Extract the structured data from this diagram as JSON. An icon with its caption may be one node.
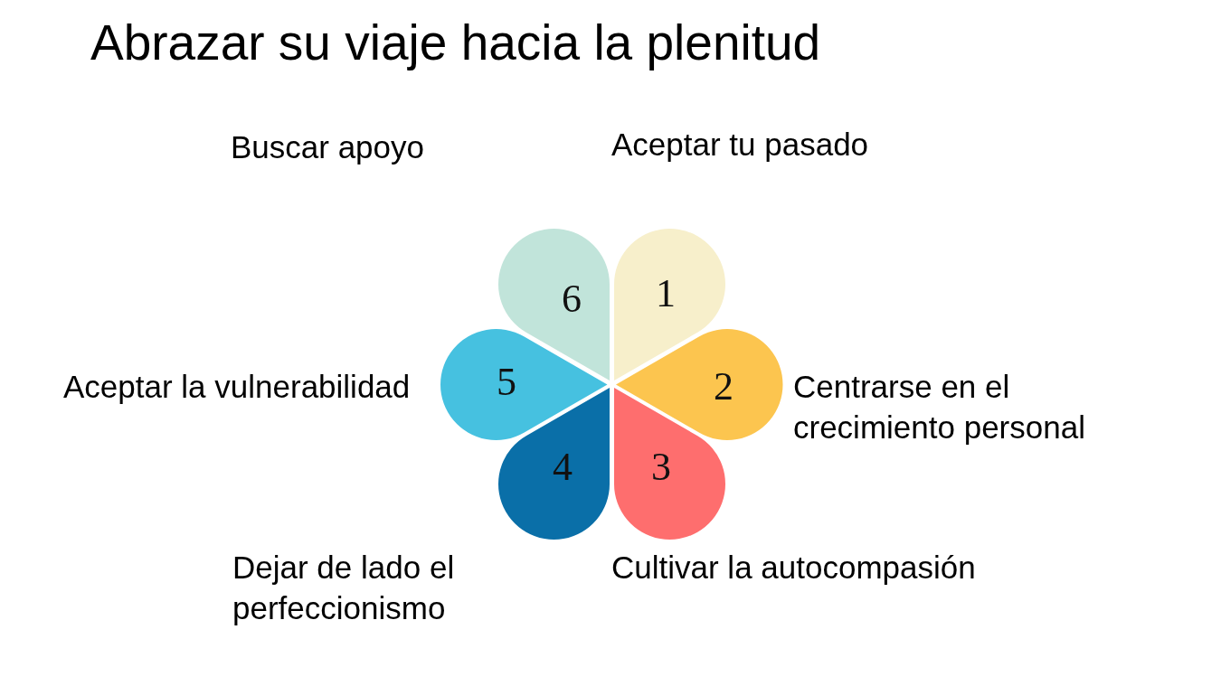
{
  "diagram": {
    "title": "Abrazar su viaje hacia la plenitud",
    "nodes": [
      {
        "text": [
          "1"
        ],
        "beside": [
          "Aceptar tu pasado"
        ]
      },
      {
        "text": [
          "2"
        ],
        "beside": [
          "Centrarse en el crecimiento personal"
        ]
      },
      {
        "text": [
          "3"
        ],
        "beside": [
          "Cultivar la autocompasión"
        ]
      },
      {
        "text": [
          "4"
        ],
        "beside": [
          "Dejar de lado el perfeccionismo"
        ]
      },
      {
        "text": [
          "5"
        ],
        "beside": [
          "Aceptar la vulnerabilidad"
        ]
      },
      {
        "text": [
          "6"
        ]
      }
    ],
    "edges": [],
    "labels": [
      "Buscar apoyo"
    ]
  }
}
